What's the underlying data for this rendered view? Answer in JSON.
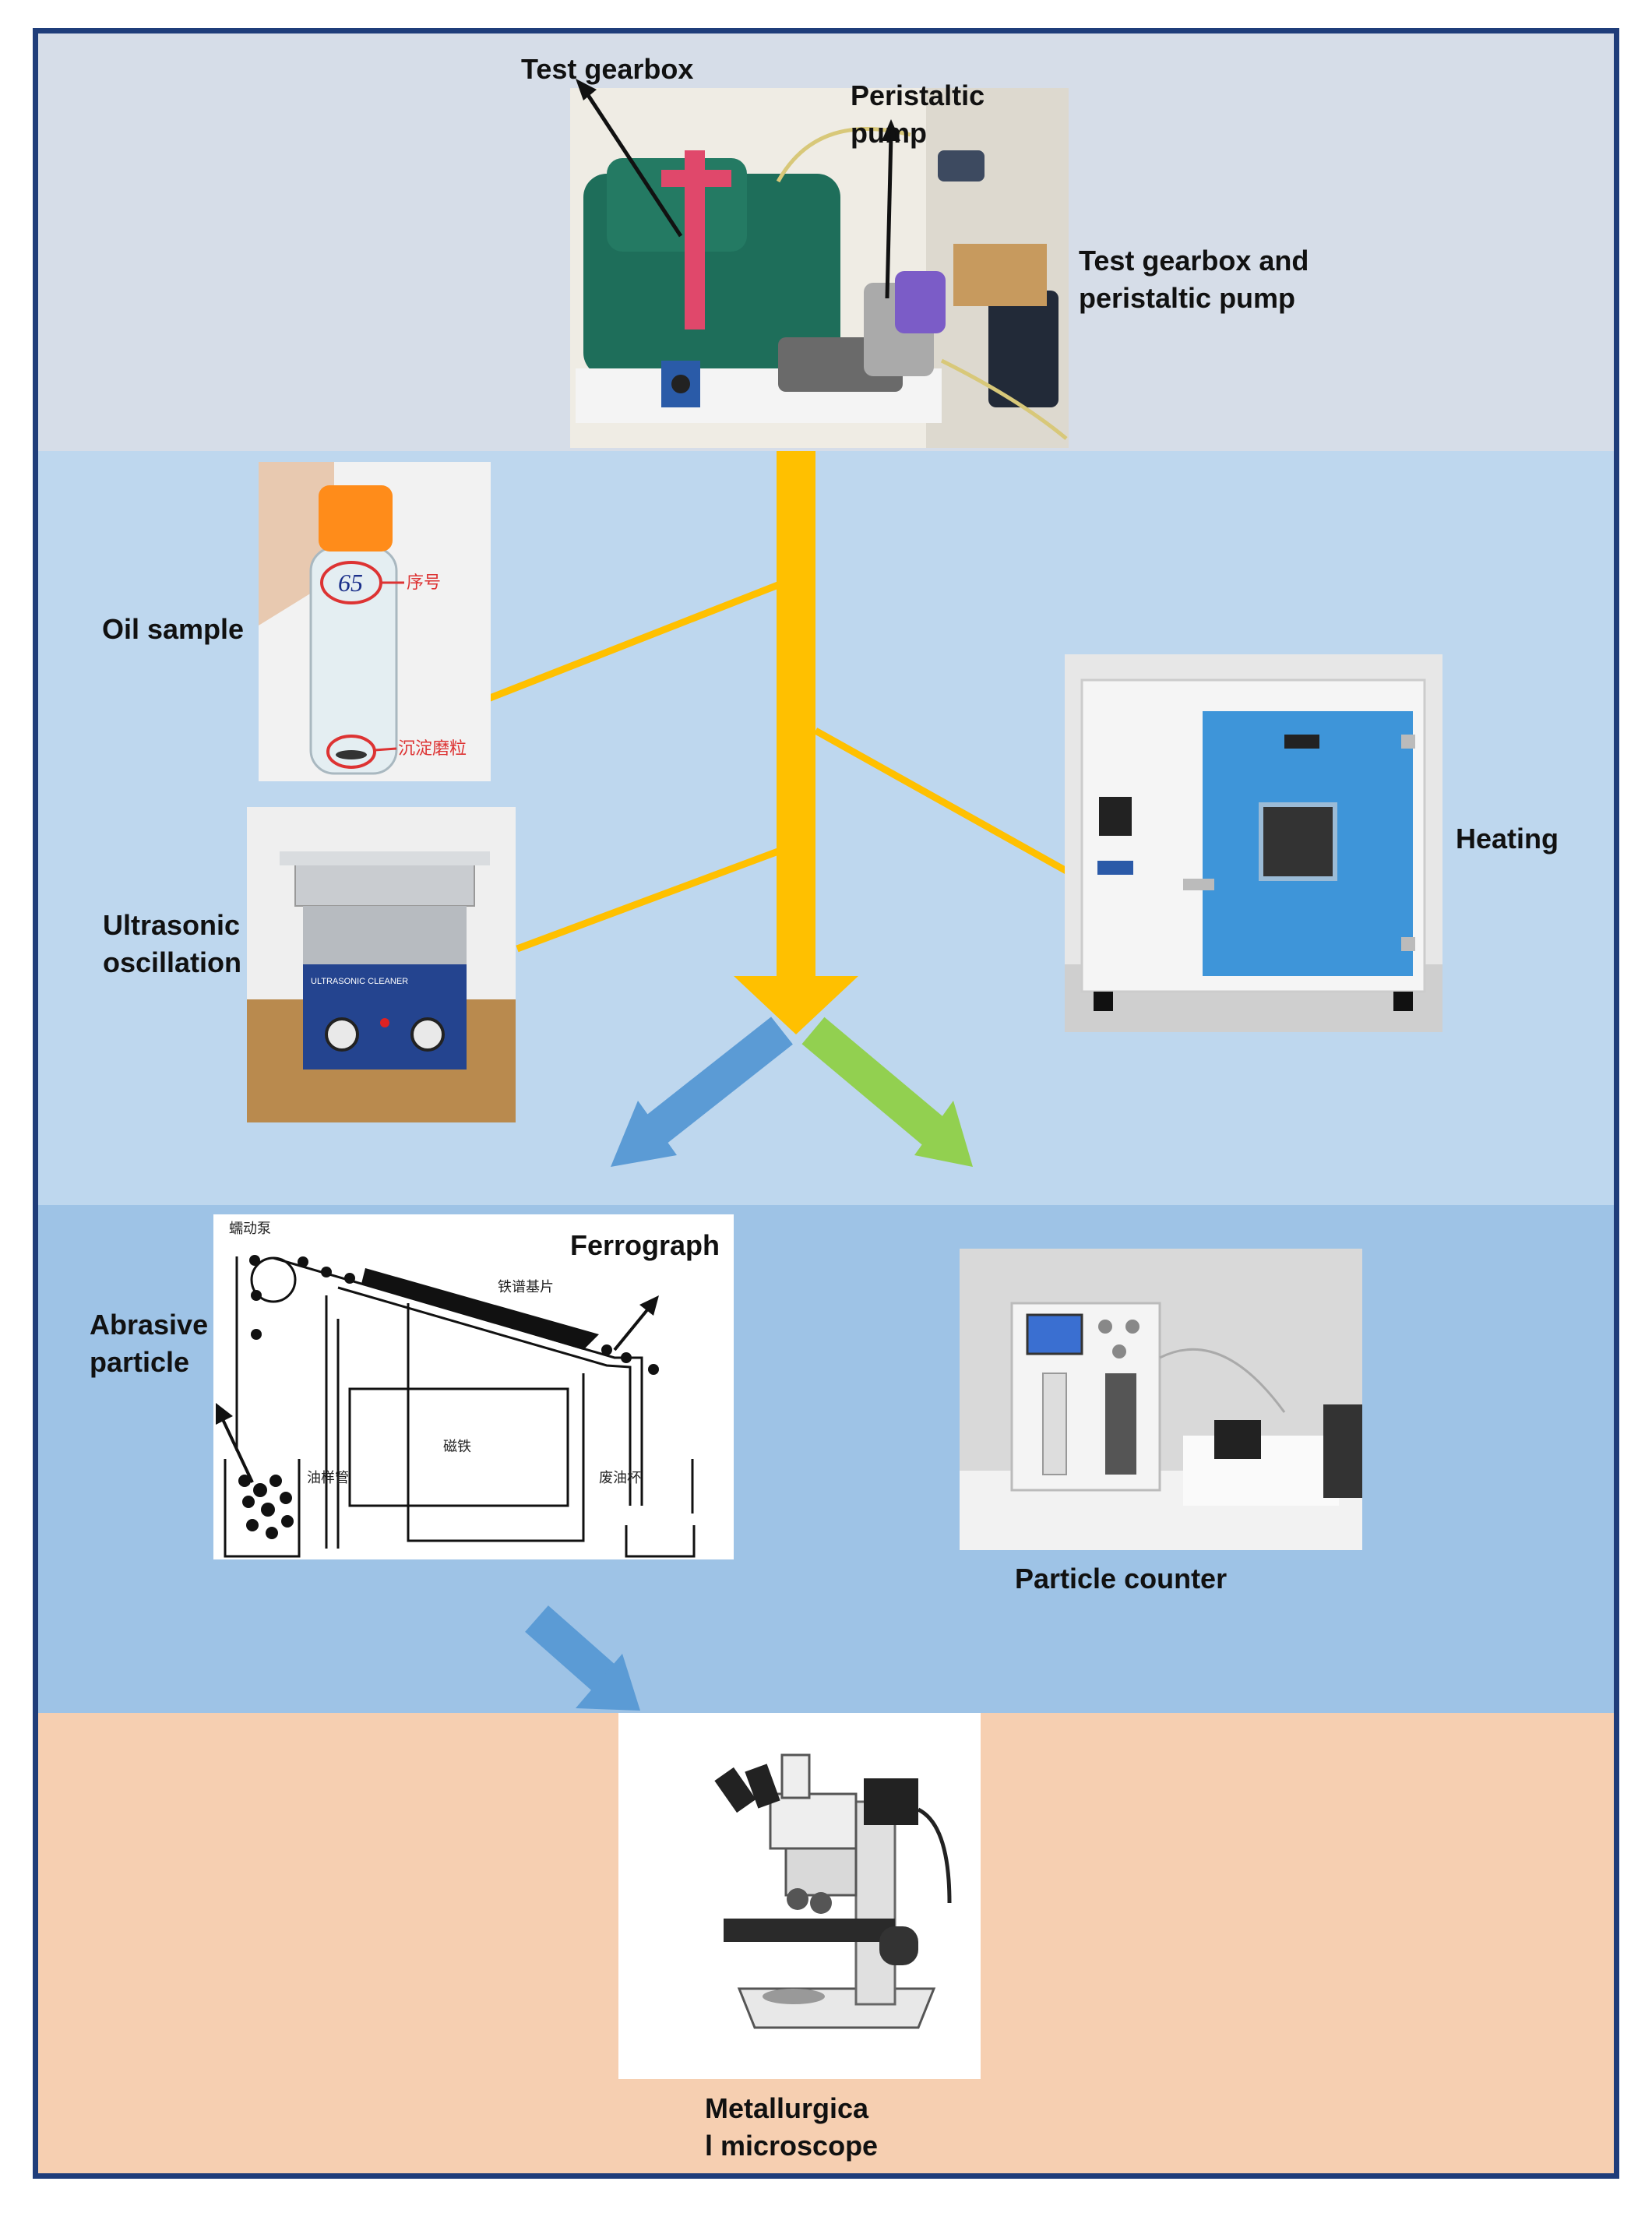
{
  "labels": {
    "test_gearbox": "Test gearbox",
    "peristaltic_pump": "Peristaltic\npump",
    "gearbox_and_pump": "Test gearbox and\nperistaltic pump",
    "oil_sample": "Oil sample",
    "ultrasonic": "Ultrasonic\noscillation",
    "heating": "Heating",
    "ferrograph": "Ferrograph",
    "abrasive_particle": "Abrasive\nparticle",
    "particle_counter": "Particle counter",
    "microscope": "Metallurgica\nl microscope"
  },
  "tube": {
    "number": "65",
    "tag_top": "序号",
    "tag_bottom": "沉淀磨粒"
  },
  "ultrasonic_panel": "ULTRASONIC CLEANER",
  "ferrograph_diagram": {
    "pump_label": "蠕动泵",
    "slide_label": "铁谱基片",
    "magnet_label": "磁铁",
    "left_tank_label": "油样管",
    "right_tank_label": "废油杯"
  },
  "colors": {
    "frame": "#1f3d7a",
    "band_top": "#d6dde8",
    "band_upper": "#bed7ee",
    "band_lower": "#9ec3e6",
    "band_bottom": "#f6cfb1",
    "main_arrow": "#ffc000",
    "blue_arrow": "#5b9bd5",
    "green_arrow": "#92d050"
  }
}
